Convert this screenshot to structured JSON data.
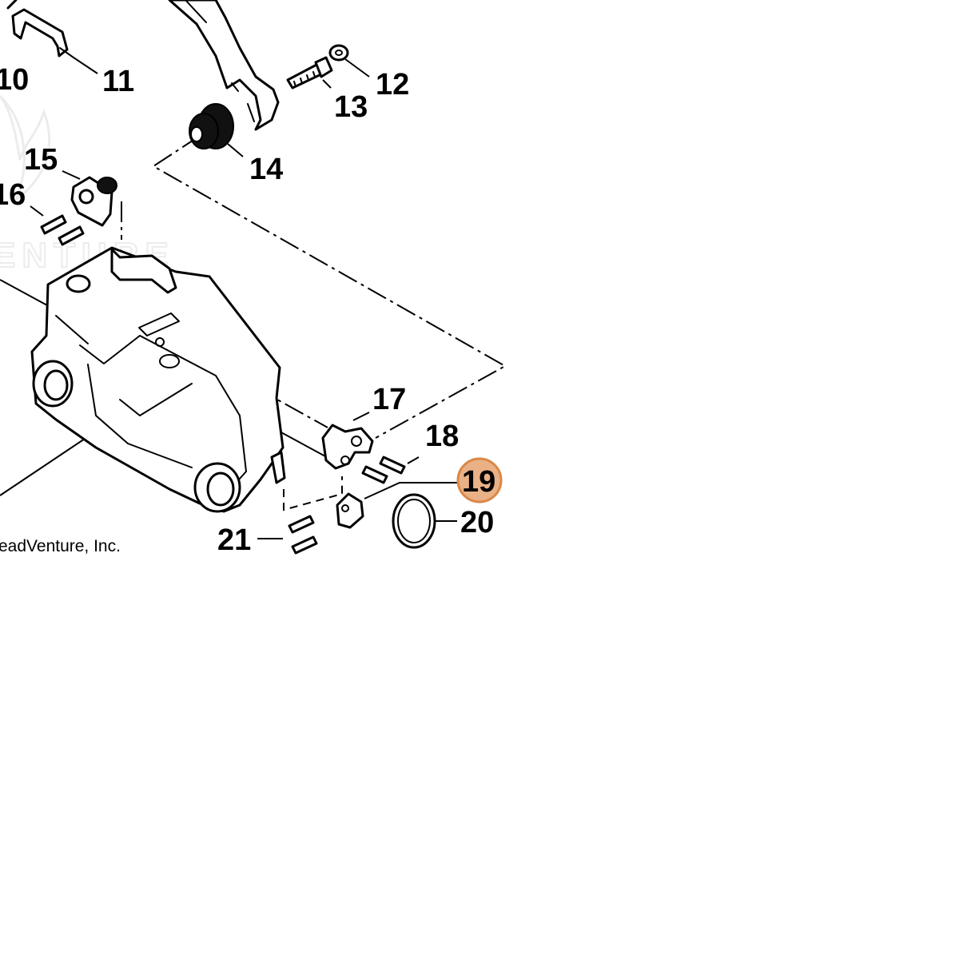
{
  "callouts": [
    {
      "id": "10",
      "label": "10"
    },
    {
      "id": "11",
      "label": "11"
    },
    {
      "id": "12",
      "label": "12"
    },
    {
      "id": "13",
      "label": "13"
    },
    {
      "id": "14",
      "label": "14"
    },
    {
      "id": "15",
      "label": "15"
    },
    {
      "id": "16",
      "label": "16"
    },
    {
      "id": "17",
      "label": "17"
    },
    {
      "id": "18",
      "label": "18"
    },
    {
      "id": "19",
      "label": "19",
      "highlighted": true
    },
    {
      "id": "20",
      "label": "20"
    },
    {
      "id": "21",
      "label": "21"
    }
  ],
  "copyright": "eadVenture, Inc.",
  "watermark": "ENTURE",
  "colors": {
    "highlight_fill": "#eab186",
    "highlight_stroke": "#d9884a",
    "line": "#000000",
    "watermark": "#e0e0e0"
  }
}
